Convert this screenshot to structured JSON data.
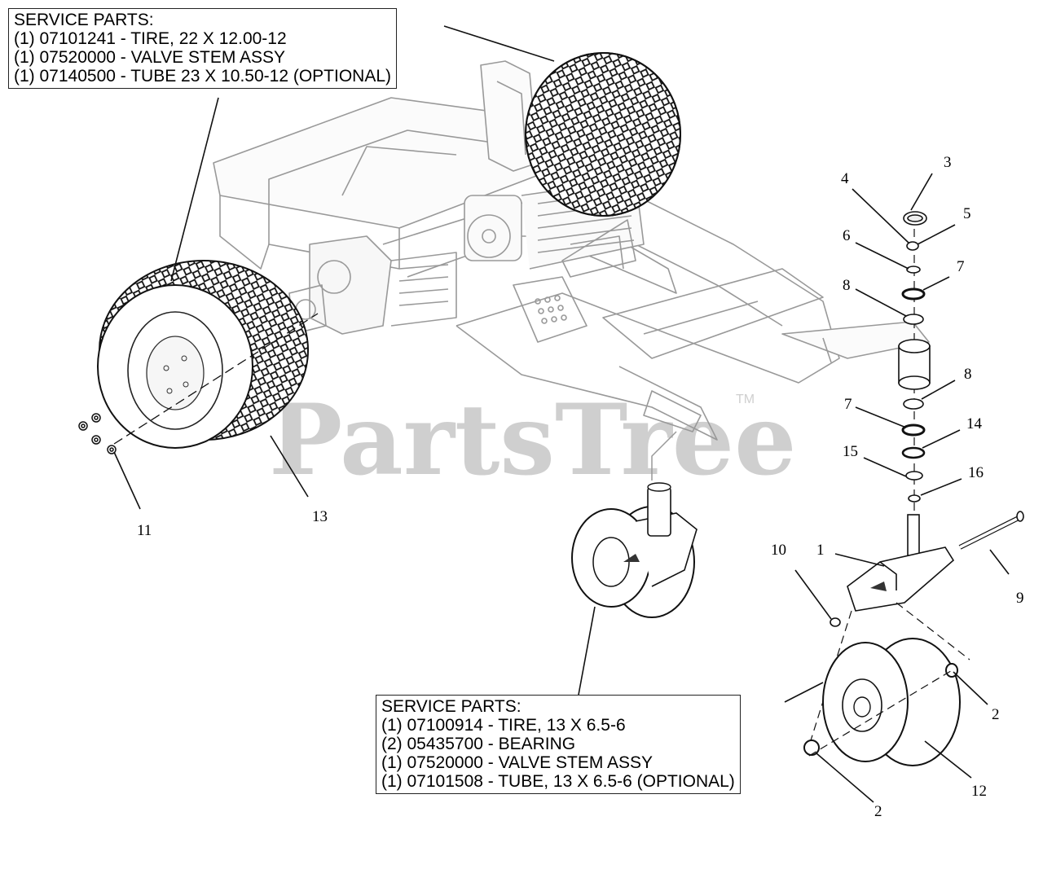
{
  "watermark": {
    "text": "PartsTree",
    "tm": "TM"
  },
  "rear_callout": {
    "title": "SERVICE PARTS:",
    "lines": [
      "(1) 07101241 - TIRE, 22 X 12.00-12",
      "(1) 07520000 - VALVE STEM ASSY",
      "(1) 07140500 - TUBE 23 X 10.50-12 (OPTIONAL)"
    ]
  },
  "front_callout": {
    "title": "SERVICE PARTS:",
    "lines": [
      "(1) 07100914 - TIRE, 13 X 6.5-6",
      "(2) 05435700 - BEARING",
      "(1) 07520000 - VALVE STEM ASSY",
      "(1) 07101508 - TUBE, 13 X 6.5-6 (OPTIONAL)"
    ]
  },
  "labels": {
    "n1": "1",
    "n2a": "2",
    "n2b": "2",
    "n3": "3",
    "n4": "4",
    "n5": "5",
    "n6": "6",
    "n7a": "7",
    "n7b": "7",
    "n8a": "8",
    "n8b": "8",
    "n9": "9",
    "n10": "10",
    "n11": "11",
    "n12": "12",
    "n13": "13",
    "n14": "14",
    "n15": "15",
    "n16": "16"
  }
}
